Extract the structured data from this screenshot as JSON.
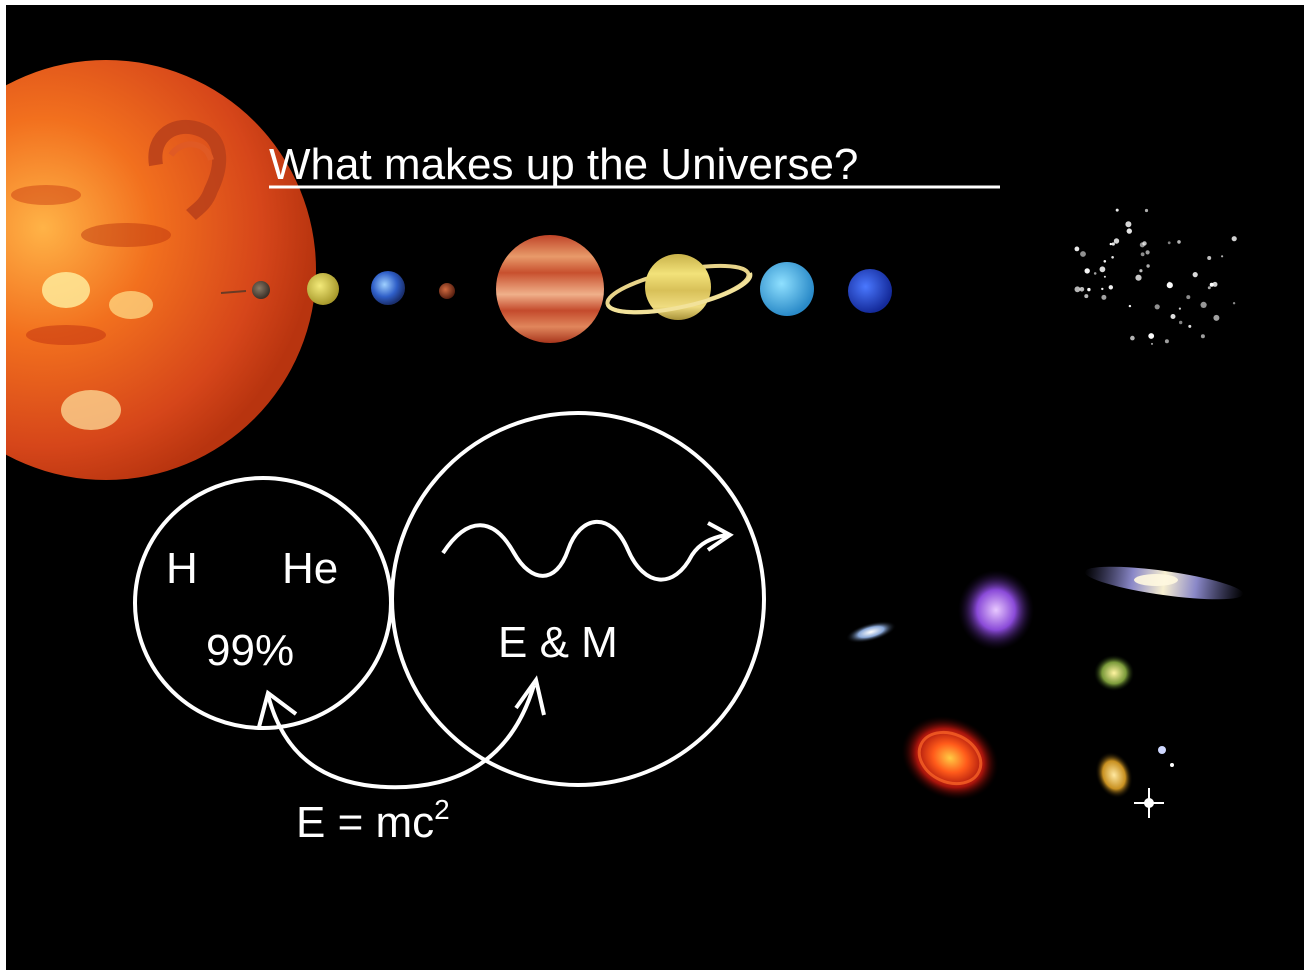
{
  "slide": {
    "title": "What makes up the Universe?",
    "left_circle": {
      "element_1": "H",
      "element_2": "He",
      "percent": "99%"
    },
    "right_circle": {
      "label": "E & M"
    },
    "equation": {
      "base": "E = mc",
      "exponent": "2"
    },
    "colors": {
      "background": "#000000",
      "foreground": "#ffffff",
      "sun": "#e8541c"
    }
  }
}
